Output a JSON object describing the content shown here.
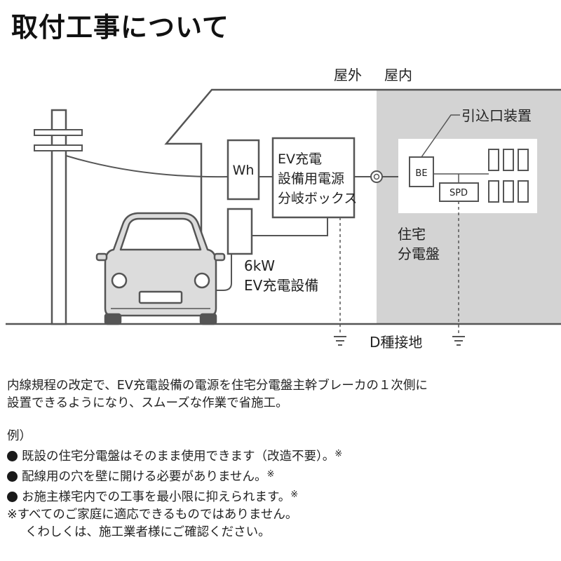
{
  "title": "取付工事について",
  "diagram": {
    "outdoor_label": "屋外",
    "indoor_label": "屋内",
    "meter_label": "Wh",
    "branch_box_lines": [
      "EV充電",
      "設備用電源",
      "分岐ボックス"
    ],
    "service_device_label": "引込口装置",
    "be_label": "BE",
    "spd_label": "SPD",
    "panel_label_lines": [
      "住宅",
      "分電盤"
    ],
    "ev_equipment_lines": [
      "6kW",
      "EV充電設備"
    ],
    "ground_label": "D種接地"
  },
  "description": {
    "intro_lines": [
      "内線規程の改定で、EV充電設備の電源を住宅分電盤主幹ブレーカの１次側に",
      "設置できるようになり、スムーズな作業で省施工。"
    ],
    "example_heading": "例）",
    "bullets": [
      {
        "text": "既設の住宅分電盤はそのまま使用できます（改造不要）。",
        "mark": "※"
      },
      {
        "text": "配線用の穴を壁に開ける必要がありません。",
        "mark": "※"
      },
      {
        "text": "お施主様宅内での工事を最小限に抑えられます。",
        "mark": "※"
      }
    ],
    "note_lines": [
      "※すべてのご家庭に適応できるものではありません。",
      "くわしくは、施工業者様にご確認ください。"
    ]
  },
  "colors": {
    "indoor_shade": "#d3d3d3",
    "line": "#555555",
    "box_fill": "#ffffff",
    "car_fill": "#dcdcdc",
    "text": "#222222"
  }
}
